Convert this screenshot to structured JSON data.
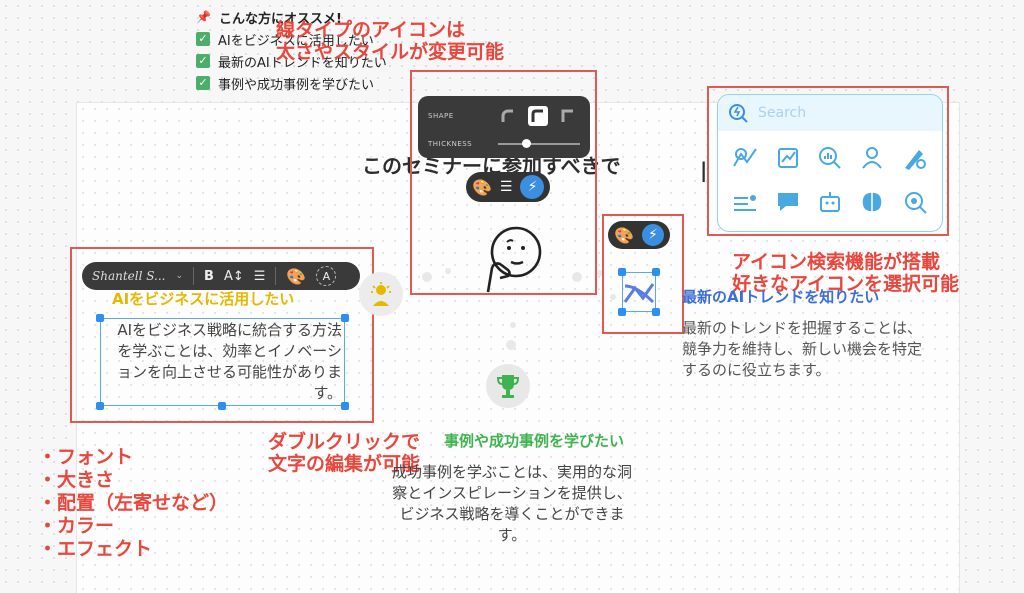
{
  "checklist": {
    "title": "こんな方にオススメ!",
    "items": [
      "AIをビジネスに活用したい",
      "最新のAIトレンドを知りたい",
      "事例や成功事例を学びたい"
    ]
  },
  "annotations": {
    "line_icon": [
      "線タイプのアイコンは",
      "太さやスタイルが変更可能"
    ],
    "icon_search": [
      "アイコン検索機能が搭載",
      "好きなアイコンを選択可能"
    ],
    "double_click": [
      "ダブルクリックで",
      "文字の編集が可能"
    ],
    "text_features": [
      "・フォント",
      "・大きさ",
      "・配置（左寄せなど）",
      "・カラー",
      "・エフェクト"
    ]
  },
  "heading": "このセミナーに参加すべきで",
  "shape_panel": {
    "shape_label": "SHAPE",
    "thickness_label": "THICKNESS",
    "thickness_value": 0.4
  },
  "text_toolbar": {
    "font": "Shantell S...",
    "bold": "B",
    "size": "A↕",
    "align": "☰"
  },
  "search": {
    "placeholder": "Search"
  },
  "sections": {
    "left": {
      "title": "AIをビジネスに活用したい",
      "body": "AIをビジネス戦略に統合する方法を学ぶことは、効率とイノベーションを向上させる可能性があります。"
    },
    "right": {
      "title": "最新のAIトレンドを知りたい",
      "body": "最新のトレンドを把握することは、競争力を維持し、新しい機会を特定するのに役立ちます。"
    },
    "center": {
      "title": "事例や成功事例を学びたい",
      "body": "成功事例を学ぶことは、実用的な洞察とインスピレーションを提供し、ビジネス戦略を導くことができます。"
    }
  },
  "colors": {
    "accent_red": "#e8473d",
    "left_title": "#e6b800",
    "right_title": "#3b6fd8",
    "center_title": "#3fb34f",
    "bolt": "#3b8fe0"
  }
}
